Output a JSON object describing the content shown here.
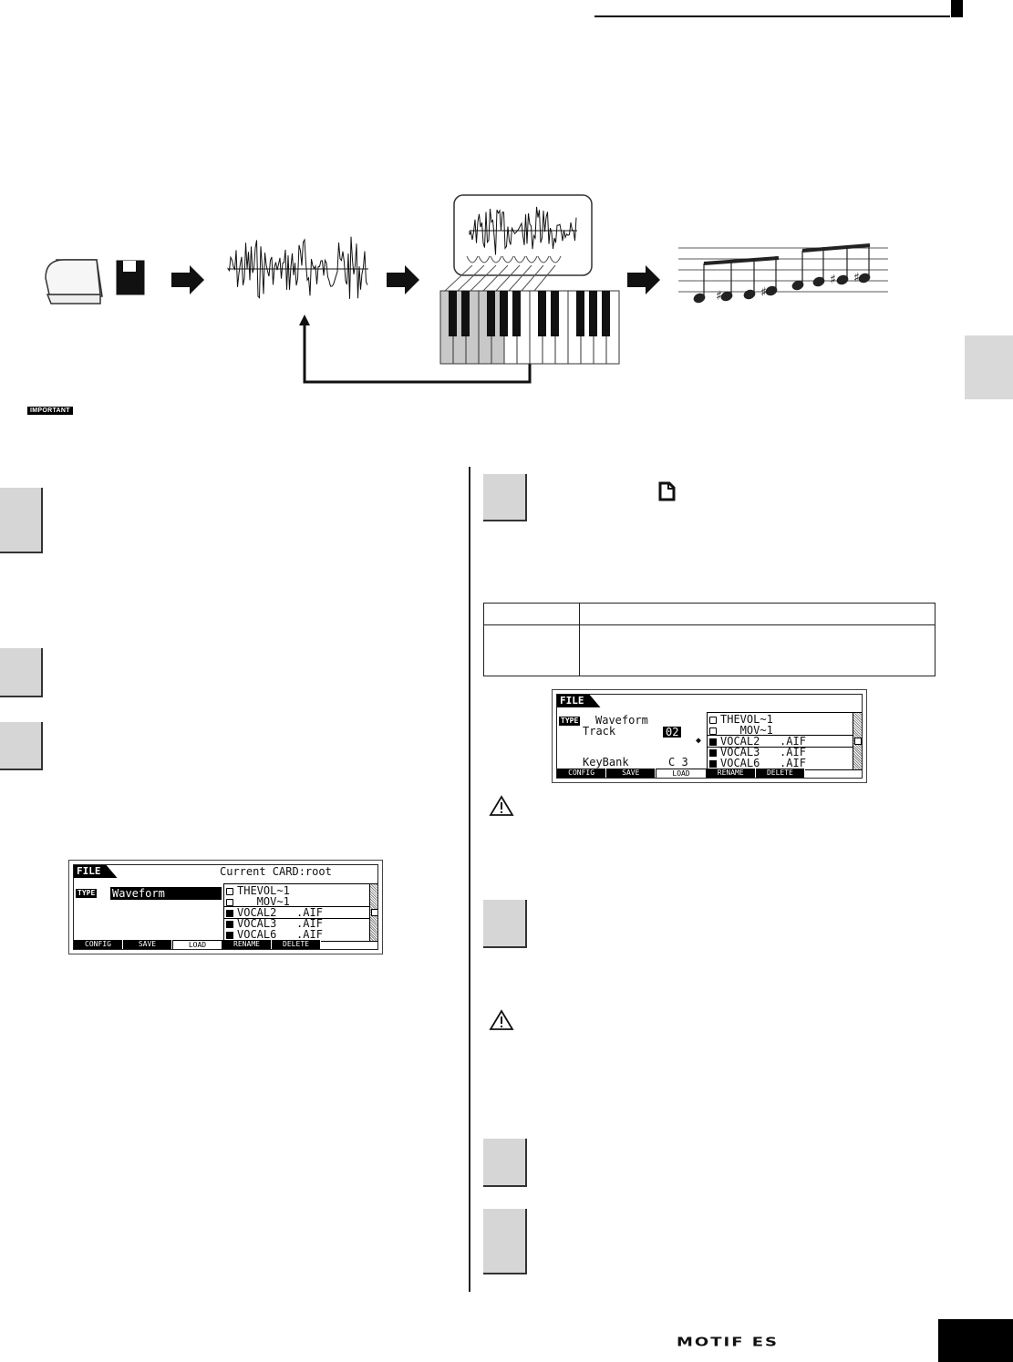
{
  "header": {
    "accent": "#000000"
  },
  "important_badge": "IMPORTANT",
  "diagram": {
    "icons": [
      "drive-icon",
      "disk-icon",
      "arrow-icon",
      "waveform-icon",
      "keyboard-icon",
      "notes-icon"
    ],
    "colors": {
      "key_highlight": "#c8c8c8",
      "arrow": "#111111"
    }
  },
  "screen_left": {
    "title": "FILE",
    "status": "Current CARD:root",
    "type_badge": "TYPE",
    "type_value": "Waveform",
    "files": [
      {
        "kind": "folder",
        "name": "THEVOL~1"
      },
      {
        "kind": "folder",
        "name": "   MOV~1"
      },
      {
        "kind": "sound",
        "name": "VOCAL2   .AIF",
        "selected": true
      },
      {
        "kind": "sound",
        "name": "VOCAL3   .AIF"
      },
      {
        "kind": "sound",
        "name": "VOCAL6   .AIF"
      }
    ],
    "menu": [
      "CONFIG",
      "SAVE",
      "LOAD",
      "RENAME",
      "DELETE"
    ],
    "active_menu": "LOAD"
  },
  "screen_right": {
    "title": "FILE",
    "type_badge": "TYPE",
    "type_value": "Waveform",
    "track_label": "Track",
    "track_value": "02",
    "keybank_label": "KeyBank",
    "keybank_value": "C 3",
    "files": [
      {
        "kind": "folder",
        "name": "THEVOL~1"
      },
      {
        "kind": "folder",
        "name": "   MOV~1"
      },
      {
        "kind": "sound",
        "name": "VOCAL2   .AIF",
        "selected": true
      },
      {
        "kind": "sound",
        "name": "VOCAL3   .AIF"
      },
      {
        "kind": "sound",
        "name": "VOCAL6   .AIF"
      }
    ],
    "menu": [
      "CONFIG",
      "SAVE",
      "LOAD",
      "RENAME",
      "DELETE"
    ],
    "active_menu": "LOAD"
  },
  "brand": "MOTIF ES"
}
